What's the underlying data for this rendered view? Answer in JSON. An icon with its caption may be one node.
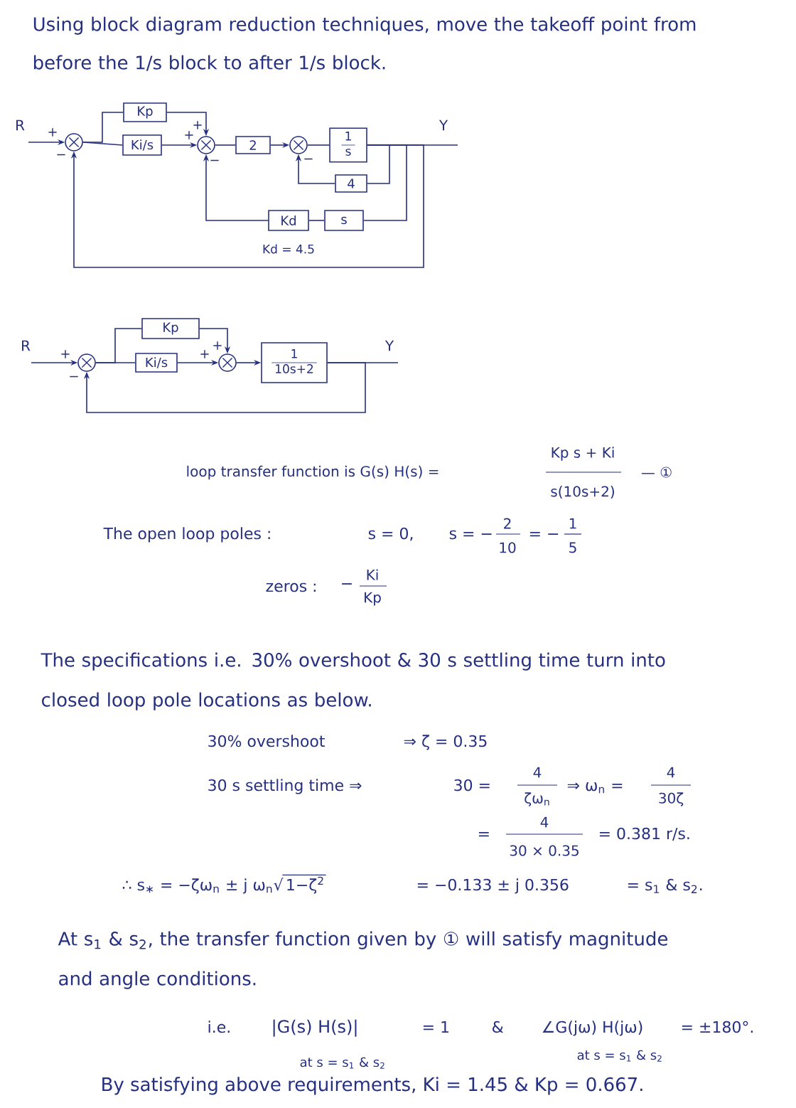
{
  "diagram": {
    "title": "Using block diagram reduction techniques, move the takeoff point from before the 1/s block to after 1/s block.",
    "nodes": [
      {
        "text": [],
        "shape": "circle"
      },
      {
        "text": [
          "Kp"
        ]
      },
      {
        "text": [
          "Ki/s"
        ]
      },
      {
        "text": [],
        "shape": "circle"
      },
      {
        "text": [
          "2"
        ]
      },
      {
        "text": [],
        "shape": "circle"
      },
      {
        "text": [
          "1",
          "s"
        ]
      },
      {
        "text": [
          "4"
        ]
      },
      {
        "text": [
          "Kd"
        ],
        "beside": [
          "Kd = 4.5"
        ]
      },
      {
        "text": [
          "s"
        ]
      },
      {
        "text": [],
        "shape": "circle"
      },
      {
        "text": [
          "Kp"
        ]
      },
      {
        "text": [
          "Ki/s"
        ]
      },
      {
        "text": [],
        "shape": "circle"
      },
      {
        "text": [
          "1",
          "10s+2"
        ]
      }
    ],
    "edges": [
      {
        "from": null,
        "to": 0,
        "arrow": "to"
      },
      {
        "from": 0,
        "to": 2,
        "arrow": "none"
      },
      {
        "from": 0,
        "to": 1,
        "arrow": "none"
      },
      {
        "from": 1,
        "to": 3,
        "arrow": "to"
      },
      {
        "from": 2,
        "to": 3,
        "arrow": "to"
      },
      {
        "from": 3,
        "to": 4,
        "arrow": "none"
      },
      {
        "from": 4,
        "to": 5,
        "arrow": "to"
      },
      {
        "from": 5,
        "to": 6,
        "arrow": "none"
      },
      {
        "from": 6,
        "to": null,
        "arrow": "none"
      },
      {
        "from": 6,
        "to": 7,
        "arrow": "none"
      },
      {
        "from": 7,
        "to": 5,
        "arrow": "to"
      },
      {
        "from": 6,
        "to": 9,
        "arrow": "none"
      },
      {
        "from": 9,
        "to": 8,
        "arrow": "none"
      },
      {
        "from": 8,
        "to": 3,
        "arrow": "to"
      },
      {
        "from": 6,
        "to": 0,
        "arrow": "to"
      },
      {
        "from": null,
        "to": 10,
        "arrow": "to"
      },
      {
        "from": 10,
        "to": 12,
        "arrow": "none"
      },
      {
        "from": 10,
        "to": 11,
        "arrow": "none"
      },
      {
        "from": 11,
        "to": 13,
        "arrow": "to"
      },
      {
        "from": 12,
        "to": 13,
        "arrow": "to"
      },
      {
        "from": 13,
        "to": 14,
        "arrow": "to"
      },
      {
        "from": 14,
        "to": null,
        "arrow": "none"
      },
      {
        "from": 14,
        "to": 10,
        "arrow": "to"
      }
    ],
    "labels": [
      "R",
      "+",
      "−",
      "+",
      "+",
      "−",
      "−",
      "Y",
      "R",
      "+",
      "−",
      "+",
      "+",
      "Y",
      "loop transfer function is G(s) H(s) =",
      "Kp s + Ki",
      "s(10s+2)",
      "— ①",
      "The open loop poles :",
      "s = 0,",
      "s = −",
      "2",
      "10",
      "= −",
      "1",
      "5",
      "zeros :",
      "−",
      "Ki",
      "Kp",
      "The specifications i.e. 30% overshoot & 30 s settling time turn into closed loop pole locations as below.",
      "30% overshoot",
      "⇒ ζ = 0.35",
      "30 s settling time ⇒",
      "30 =",
      "4",
      "ζω$_{n}$",
      "⇒ ω$_{n}$ =",
      "4",
      "30ζ",
      "=",
      "4",
      "30 × 0.35",
      "= 0.381 r/s.",
      "∴ s$_{∗}$ = −ζω$_{n}$ ± j ω$_{n}$√",
      "1−ζ$^{2}$",
      "= −0.133 ± j 0.356",
      "= s$_{1}$ & s$_{2}$.",
      "At s$_{1}$ & s$_{2}$, the transfer function given by ① will satisfy magnitude and angle conditions.",
      "i.e.",
      "|G(s) H(s)|",
      "= 1",
      "&",
      "∠G(jω) H(jω)",
      "= ±180°.",
      "at s = s$_{1}$ & s$_{2}$",
      "at s = s$_{1}$ & s$_{2}$",
      "By satisfying above requirements, Ki = 1.45 & Kp = 0.667."
    ]
  }
}
